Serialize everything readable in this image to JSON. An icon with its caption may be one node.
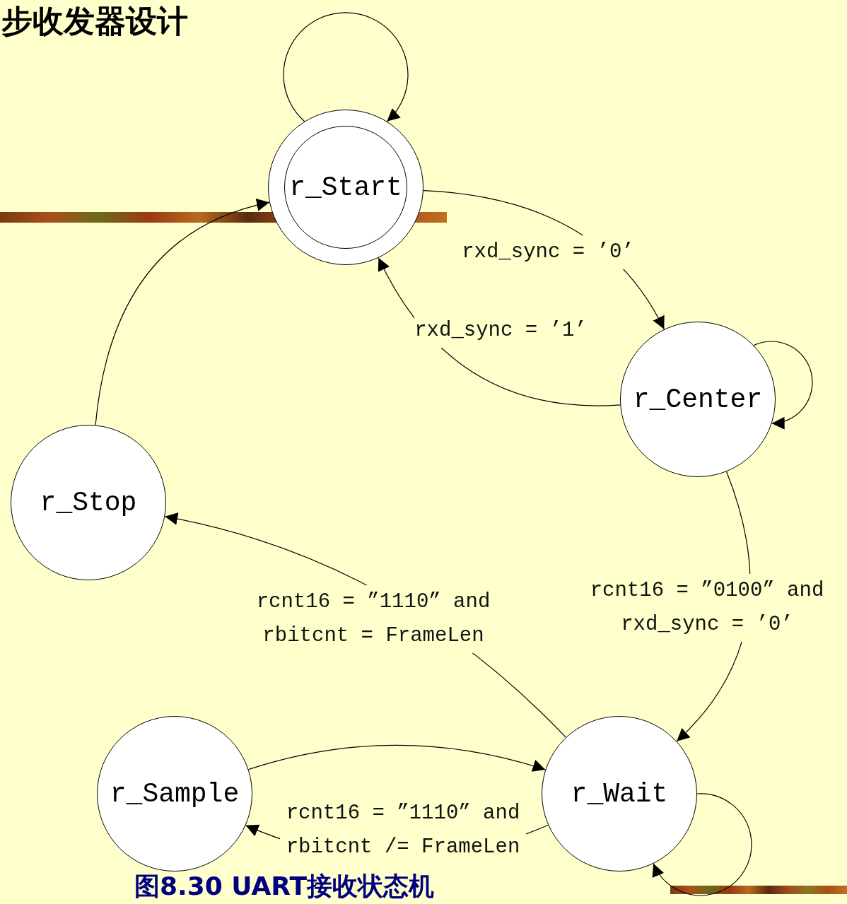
{
  "diagram": {
    "title": "步收发器设计",
    "caption": "图8.30 UART接收状态机",
    "nodes": [
      {
        "text": [
          "r_Start"
        ]
      },
      {
        "text": [
          "r_Center"
        ]
      },
      {
        "text": [
          "r_Stop"
        ]
      },
      {
        "text": [
          "r_Sample"
        ]
      },
      {
        "text": [
          "r_Wait"
        ]
      }
    ],
    "edges": [
      {
        "from": 0,
        "to": 0,
        "arrow": "to"
      },
      {
        "from": 0,
        "to": 1,
        "arrow": "to",
        "label": "rxd_sync = ’0’"
      },
      {
        "from": 1,
        "to": 0,
        "arrow": "to",
        "label": "rxd_sync = ’1’"
      },
      {
        "from": 1,
        "to": 1,
        "arrow": "to"
      },
      {
        "from": 1,
        "to": 4,
        "arrow": "to",
        "label": "rcnt16 = ”0100” and rxd_sync = ’0’"
      },
      {
        "from": 4,
        "to": 4,
        "arrow": "to"
      },
      {
        "from": 4,
        "to": 2,
        "arrow": "to",
        "label": "rcnt16 = ”1110” and rbitcnt = FrameLen"
      },
      {
        "from": 4,
        "to": 3,
        "arrow": "to",
        "label": "rcnt16 = ”1110” and rbitcnt /= FrameLen"
      },
      {
        "from": 3,
        "to": 4,
        "arrow": "to"
      },
      {
        "from": 2,
        "to": 0,
        "arrow": "to"
      }
    ]
  }
}
